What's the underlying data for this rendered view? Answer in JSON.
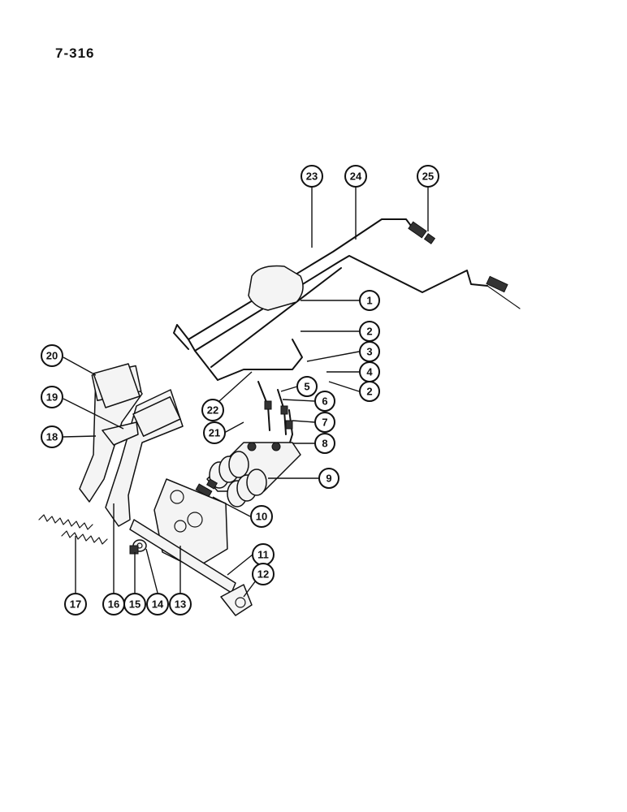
{
  "page": {
    "number": "7-316"
  },
  "callouts": [
    {
      "label": "1"
    },
    {
      "label": "2"
    },
    {
      "label": "3"
    },
    {
      "label": "4"
    },
    {
      "label": "2"
    },
    {
      "label": "5"
    },
    {
      "label": "6"
    },
    {
      "label": "7"
    },
    {
      "label": "8"
    },
    {
      "label": "9"
    },
    {
      "label": "10"
    },
    {
      "label": "11"
    },
    {
      "label": "12"
    },
    {
      "label": "13"
    },
    {
      "label": "14"
    },
    {
      "label": "15"
    },
    {
      "label": "16"
    },
    {
      "label": "17"
    },
    {
      "label": "18"
    },
    {
      "label": "19"
    },
    {
      "label": "20"
    },
    {
      "label": "21"
    },
    {
      "label": "22"
    },
    {
      "label": "23"
    },
    {
      "label": "24"
    },
    {
      "label": "25"
    }
  ]
}
